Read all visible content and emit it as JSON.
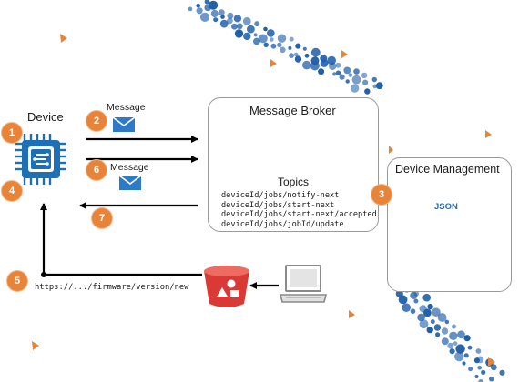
{
  "device": {
    "label": "Device"
  },
  "broker": {
    "title": "Message Broker",
    "topics_title": "Topics",
    "topics": [
      "deviceId/jobs/notify-next",
      "deviceId/jobs/start-next",
      "deviceId/jobs/start-next/accepted",
      "deviceId/jobs/jobId/update"
    ]
  },
  "management": {
    "title": "Device Management",
    "doc_label": "JSON"
  },
  "messages": {
    "message_1": "Message",
    "message_2": "Message"
  },
  "firmware_url": "https://.../firmware/version/new",
  "steps": [
    "1",
    "2",
    "3",
    "4",
    "5",
    "6",
    "7"
  ],
  "colors": {
    "accent_orange": "#e8843a",
    "device_blue": "#1f6fb5",
    "broker_blue": "#1c5fa8",
    "bucket_red": "#d93a36",
    "dots_blue": "#1f5ea8"
  }
}
